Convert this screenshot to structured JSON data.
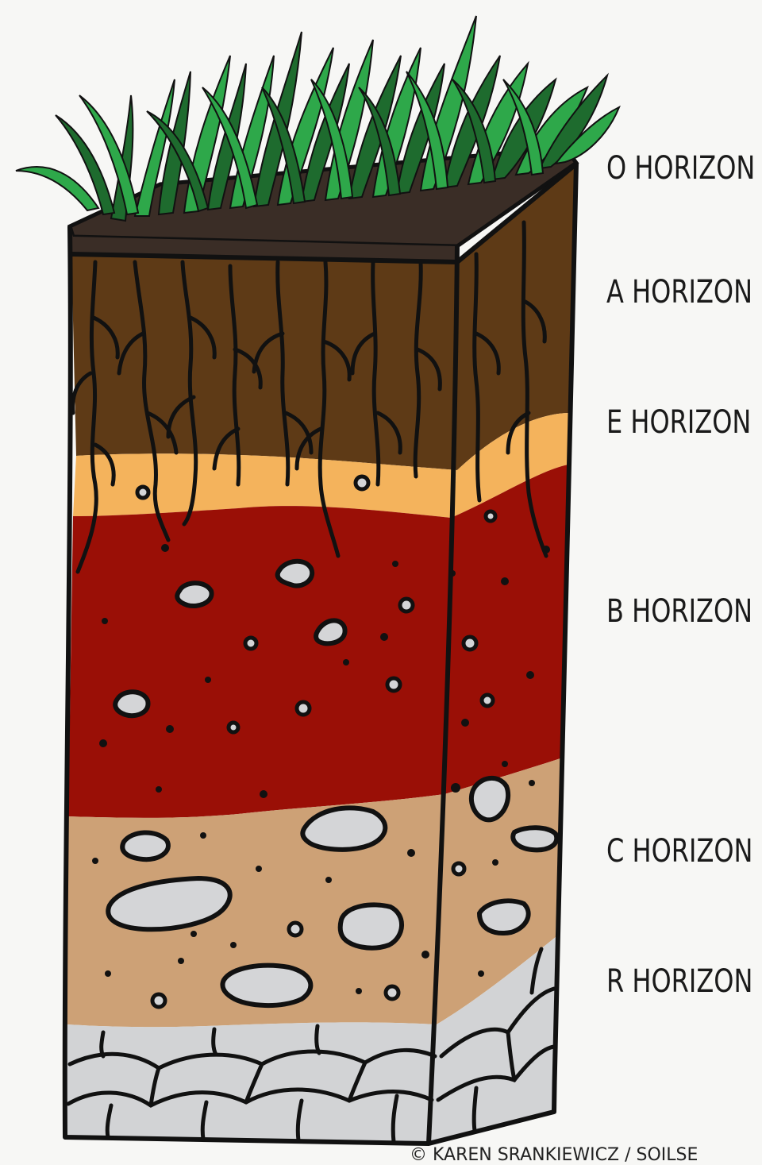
{
  "diagram": {
    "horizons": [
      {
        "id": "o",
        "label": "O HORIZON",
        "color": "#3a2d26"
      },
      {
        "id": "a",
        "label": "A HORIZON",
        "color": "#5e3a16"
      },
      {
        "id": "e",
        "label": "E HORIZON",
        "color": "#f4b35c"
      },
      {
        "id": "b",
        "label": "B HORIZON",
        "color": "#9a0f06"
      },
      {
        "id": "c",
        "label": "C HORIZON",
        "color": "#cda176"
      },
      {
        "id": "r",
        "label": "R HORIZON",
        "color": "#d2d3d5"
      }
    ],
    "credit": "© KAREN SRANKIEWICZ / SOILSE"
  },
  "colors": {
    "grass_dark": "#1e6b2e",
    "grass_light": "#2ea84a",
    "rock": "#d4d5d7",
    "outline": "#111111",
    "root": "#111111"
  }
}
